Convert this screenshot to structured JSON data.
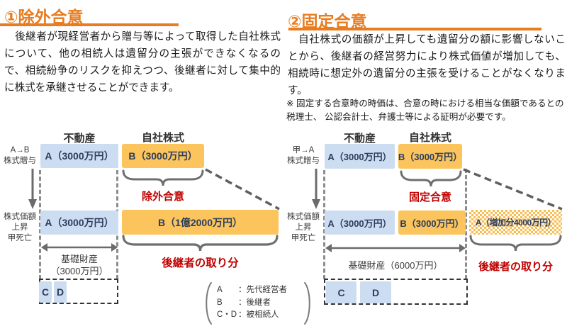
{
  "colors": {
    "accent_orange": "#e87c1e",
    "box_orange": "#fbc45c",
    "box_blue": "#cdddf1",
    "label_red": "#c00000",
    "line_gray": "#6e6e6e"
  },
  "left_panel": {
    "title": "①除外合意",
    "description": "　後継者が現経営者から贈与等によって取得した自社株式について、他の相続人は遺留分の主張ができなくなるので、相続紛争のリスクを抑えつつ、後継者に対して集中的に株式を承継させることができます。",
    "diagram": {
      "col_real_estate": "不動産",
      "col_company_stock": "自社株式",
      "stage1_label": "A→B\n株式贈与",
      "stage2_label": "株式価額\n上昇\n甲死亡",
      "row1_a": "A（3000万円）",
      "row1_b": "B（3000万円）",
      "agreement": "除外合意",
      "row2_a": "A（3000万円）",
      "row2_b": "B（1億2000万円）",
      "base_property": "基礎財産\n（3000万円）",
      "heir_c": "C",
      "heir_d": "D",
      "successor_share": "後継者の取り分"
    }
  },
  "right_panel": {
    "title": "②固定合意",
    "description": "　自社株式の価額が上昇しても遺留分の額に影響しないことから、後継者の経営努力により株式価値が増加しても、相続時に想定外の遺留分の主張を受けることがなくなります。",
    "note": "※ 固定する合意時の時価は、合意の時における相当な価額であるとの税理士、 公認会計士、弁護士等による証明が必要です。",
    "diagram": {
      "col_real_estate": "不動産",
      "col_company_stock": "自社株式",
      "stage1_label": "甲→A\n株式贈与",
      "stage2_label": "株式価額\n上昇\n甲死亡",
      "row1_a": "A（3000万円）",
      "row1_b": "B（3000万円）",
      "agreement": "固定合意",
      "row2_a": "A（3000万円）",
      "row2_b": "B（3000万円）",
      "row2_increase": "A（増加分4000万円）",
      "base_property": "基礎財産（6000万円）",
      "heir_c": "C",
      "heir_d": "D",
      "successor_share": "後継者の取り分"
    }
  },
  "legend": {
    "items": [
      {
        "key": "A",
        "label": "：先代経営者"
      },
      {
        "key": "B",
        "label": "：後継者"
      },
      {
        "key": "C・D",
        "label": "：被相続人"
      }
    ]
  }
}
